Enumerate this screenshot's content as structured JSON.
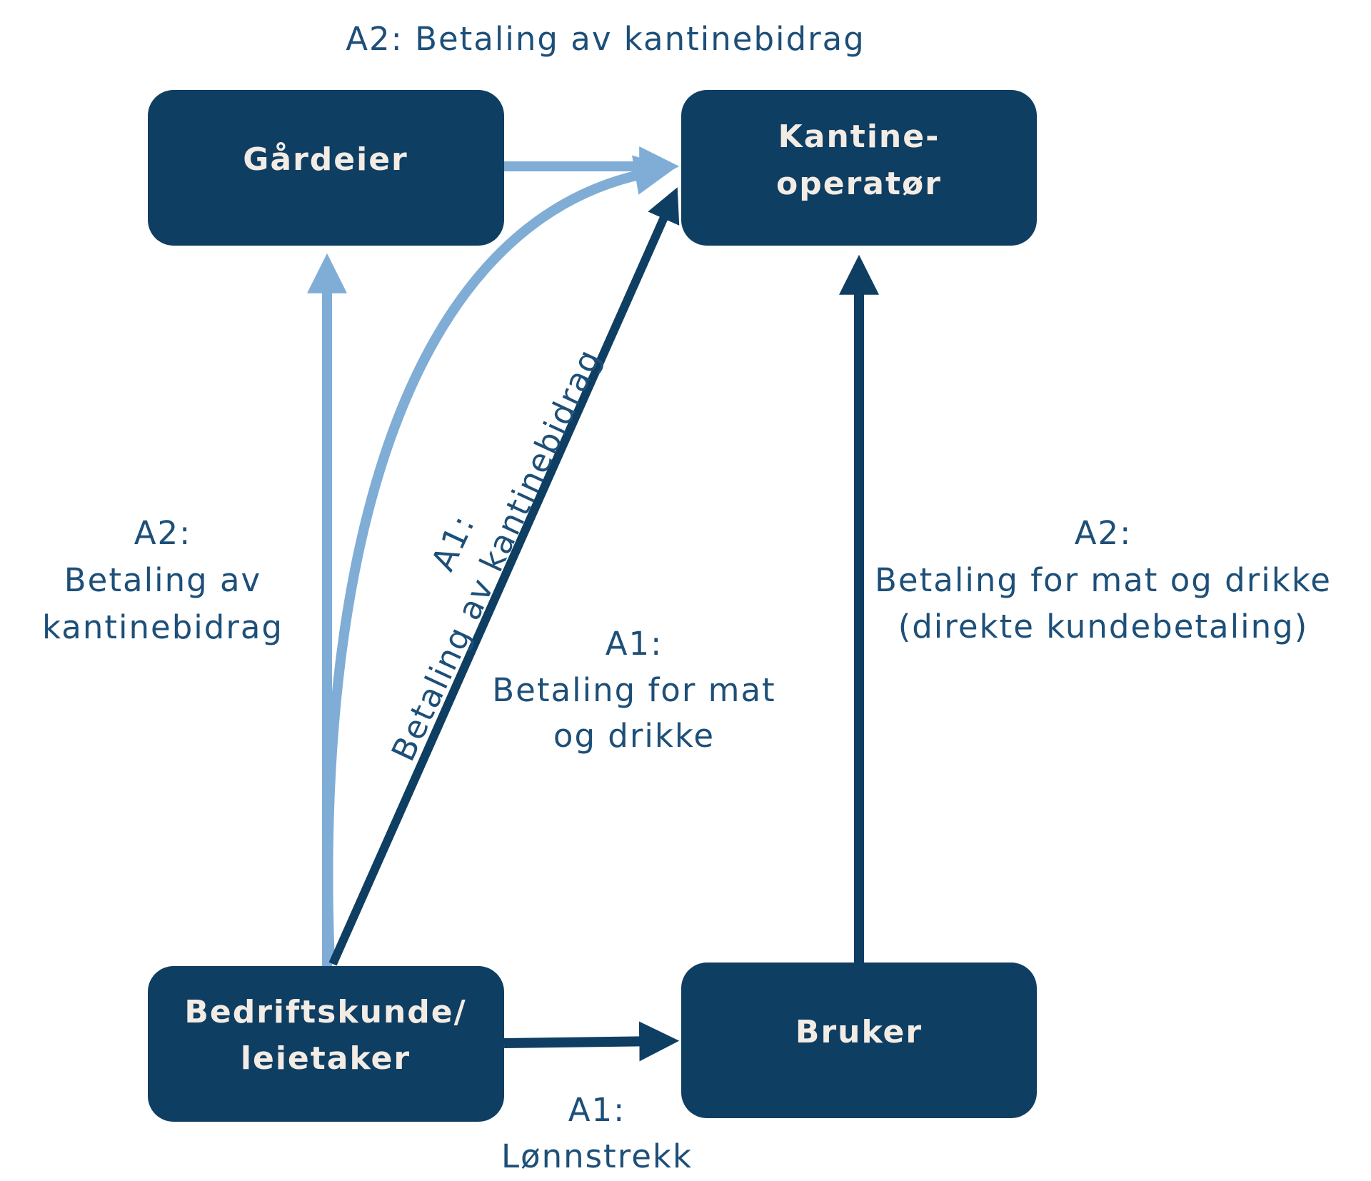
{
  "colors": {
    "node_fill": "#0f3e63",
    "node_text": "#f3ece4",
    "arrow_dark": "#0f3e63",
    "arrow_light": "#7fadd5",
    "label_text": "#1d4f78",
    "background": "#ffffff"
  },
  "nodes": {
    "gardeier": {
      "lines": [
        "Gårdeier"
      ]
    },
    "kantineoperator": {
      "lines": [
        "Kantine-",
        "operatør"
      ]
    },
    "bedriftskunde": {
      "lines": [
        "Bedriftskunde/",
        "leietaker"
      ]
    },
    "bruker": {
      "lines": [
        "Bruker"
      ]
    }
  },
  "edges": [
    {
      "id": "gardeier-to-kantine",
      "from": "Gårdeier",
      "to": "Kantine-operatør",
      "style": "light",
      "label_ref": "top"
    },
    {
      "id": "bedrift-to-gardeier",
      "from": "Bedriftskunde/leietaker",
      "to": "Gårdeier",
      "style": "light",
      "label_ref": "left"
    },
    {
      "id": "bedrift-to-kantine-curve",
      "from": "Bedriftskunde/leietaker",
      "to": "Kantine-operatør",
      "style": "light",
      "label_ref": "diagonal"
    },
    {
      "id": "bedrift-to-kantine-straight",
      "from": "Bedriftskunde/leietaker",
      "to": "Kantine-operatør",
      "style": "dark",
      "label_ref": "center"
    },
    {
      "id": "bruker-to-kantine",
      "from": "Bruker",
      "to": "Kantine-operatør",
      "style": "dark",
      "label_ref": "right"
    },
    {
      "id": "bedrift-to-bruker",
      "from": "Bedriftskunde/leietaker",
      "to": "Bruker",
      "style": "dark",
      "label_ref": "bottom"
    }
  ],
  "labels": {
    "top": {
      "lines": [
        "A2: Betaling av kantinebidrag"
      ]
    },
    "left": {
      "lines": [
        "A2:",
        "Betaling av",
        "kantinebidrag"
      ]
    },
    "diagonal": {
      "lines": [
        "A1:",
        "Betaling av kantinebidrag"
      ]
    },
    "center": {
      "lines": [
        "A1:",
        "Betaling for mat",
        "og drikke"
      ]
    },
    "right": {
      "lines": [
        "A2:",
        "Betaling for mat og drikke",
        "(direkte kundebetaling)"
      ]
    },
    "bottom": {
      "lines": [
        "A1:",
        "Lønnstrekk"
      ]
    }
  }
}
